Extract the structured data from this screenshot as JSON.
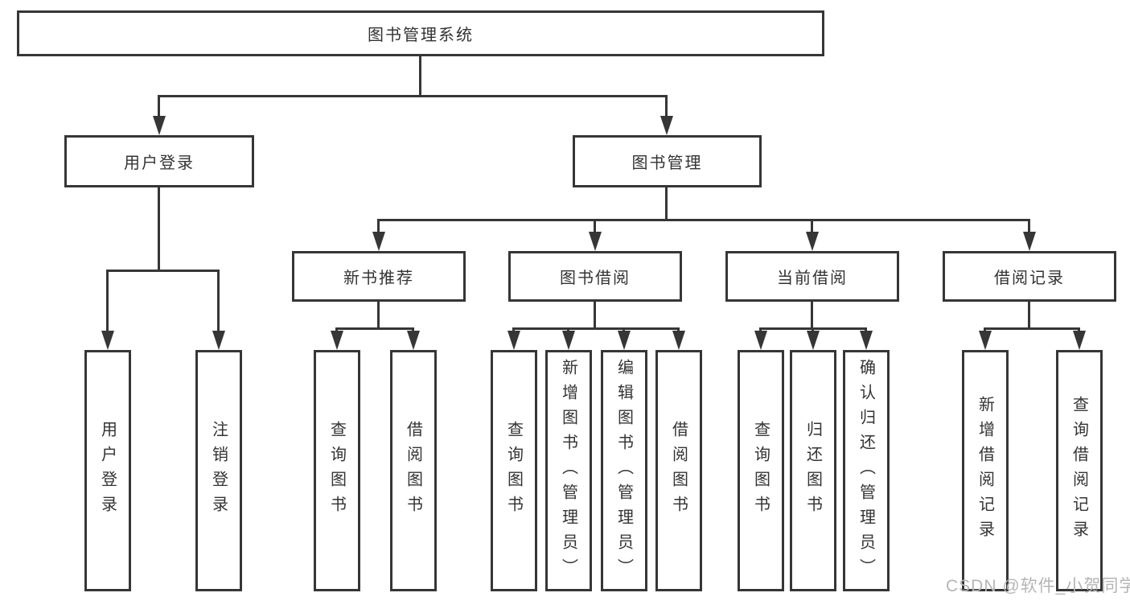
{
  "colors": {
    "line": "#363636",
    "box_border": "#363636",
    "text": "#333333",
    "watermark": "#b5b5b5",
    "background": "#ffffff"
  },
  "tree": {
    "root": {
      "label": "图书管理系统"
    },
    "branches": [
      {
        "label": "用户登录",
        "children": [
          {
            "label": "用户登录"
          },
          {
            "label": "注销登录"
          }
        ]
      },
      {
        "label": "图书管理",
        "children": [
          {
            "label": "新书推荐",
            "children": [
              {
                "label": "查询图书"
              },
              {
                "label": "借阅图书"
              }
            ]
          },
          {
            "label": "图书借阅",
            "children": [
              {
                "label": "查询图书"
              },
              {
                "label": "新增图书（管理员）"
              },
              {
                "label": "编辑图书（管理员）"
              },
              {
                "label": "借阅图书"
              }
            ]
          },
          {
            "label": "当前借阅",
            "children": [
              {
                "label": "查询图书"
              },
              {
                "label": "归还图书"
              },
              {
                "label": "确认归还（管理员）"
              }
            ]
          },
          {
            "label": "借阅记录",
            "children": [
              {
                "label": "新增借阅记录"
              },
              {
                "label": "查询借阅记录"
              }
            ]
          }
        ]
      }
    ]
  },
  "watermark": {
    "text": "CSDN @软件_小贺同学"
  }
}
